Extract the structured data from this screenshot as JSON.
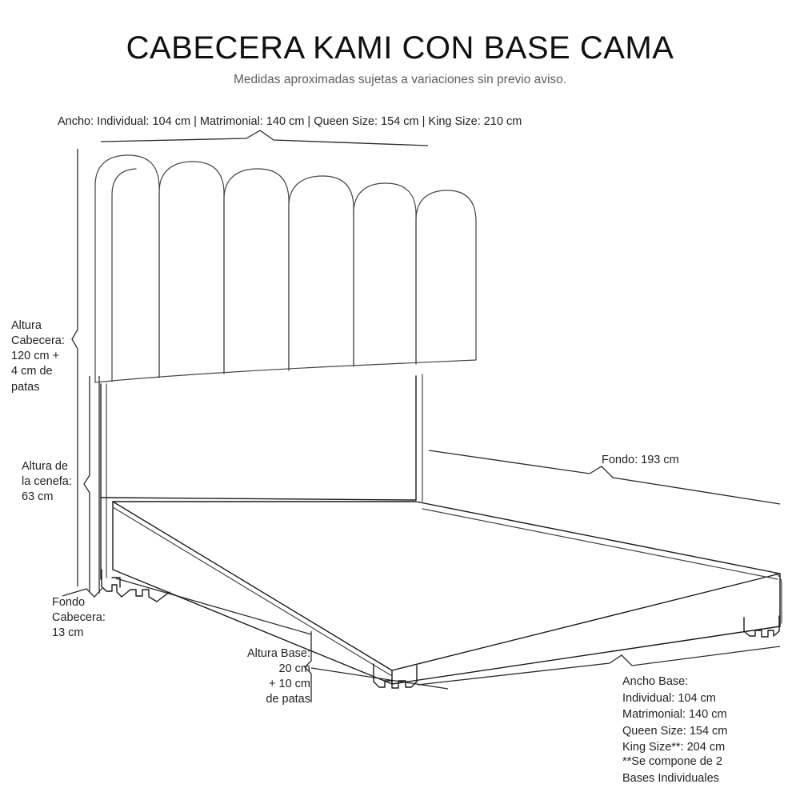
{
  "header": {
    "title": "CABECERA KAMI CON BASE CAMA",
    "subtitle": "Medidas aproximadas sujetas a variaciones sin previo aviso."
  },
  "dimensions": {
    "top_width": "Ancho: Individual: 104 cm | Matrimonial: 140 cm | Queen Size: 154 cm | King Size: 210 cm",
    "altura_cabecera": "Altura\nCabecera:\n120 cm +\n4 cm de\npatas",
    "altura_cenefa": "Altura de\nla cenefa:\n63 cm",
    "fondo_cabecera": "Fondo\nCabecera:\n13 cm",
    "altura_base": "Altura Base:\n20 cm\n+ 10 cm\nde patas",
    "fondo": "Fondo: 193 cm",
    "ancho_base": "Ancho Base:\nIndividual: 104 cm\nMatrimonial: 140 cm\nQueen Size: 154 cm\nKing Size**: 204 cm",
    "nota": "**Se compone de 2\nBases Individuales"
  },
  "values": {
    "ancho_individual_cm": 104,
    "ancho_matrimonial_cm": 140,
    "ancho_queen_cm": 154,
    "ancho_king_cm": 210,
    "altura_cabecera_cm": 120,
    "altura_cabecera_patas_cm": 4,
    "altura_cenefa_cm": 63,
    "fondo_cabecera_cm": 13,
    "altura_base_cm": 20,
    "altura_base_patas_cm": 10,
    "fondo_cm": 193,
    "ancho_base_individual_cm": 104,
    "ancho_base_matrimonial_cm": 140,
    "ancho_base_queen_cm": 154,
    "ancho_base_king_cm": 204
  },
  "colors": {
    "line": "#1a1a1a",
    "line_soft": "#444444",
    "text": "#222222",
    "subtitle": "#5e5e5e",
    "background": "#ffffff"
  },
  "illustration": {
    "headboard_panels": 6,
    "name": "bed-headboard-and-base-perspective-drawing"
  }
}
